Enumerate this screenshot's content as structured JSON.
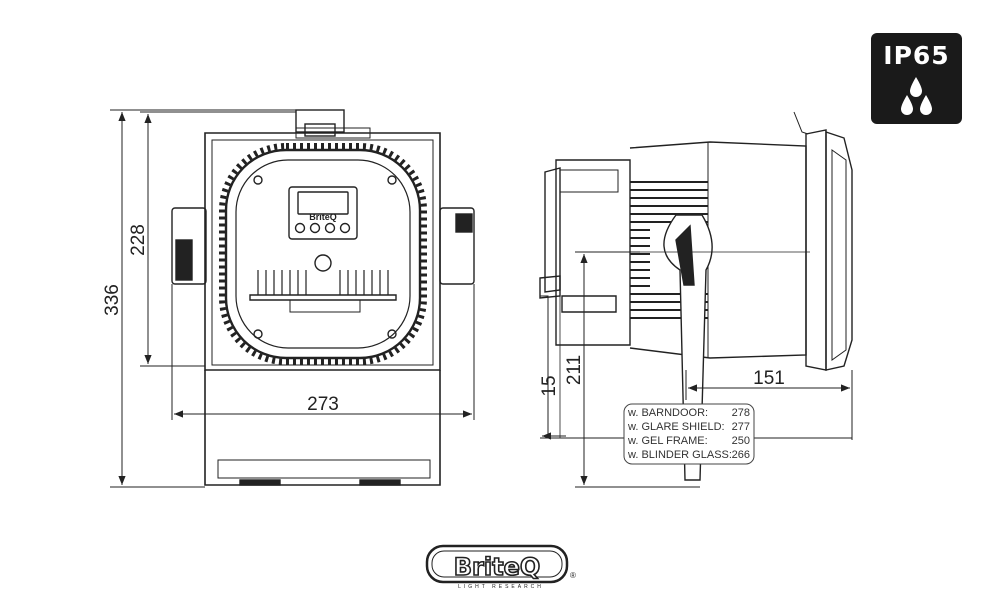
{
  "dimensions": {
    "overall_height": "336",
    "bracket_height": "228",
    "front_width": "273",
    "side_depth": "151",
    "side_height": "211",
    "side_offset": "15"
  },
  "accessory_table": [
    {
      "label": "w. BARNDOOR:",
      "value": "278"
    },
    {
      "label": "w. GLARE SHIELD:",
      "value": "277"
    },
    {
      "label": "w. GEL FRAME:",
      "value": "250"
    },
    {
      "label": "w. BLINDER GLASS:",
      "value": "266"
    }
  ],
  "badge": {
    "rating": "IP65",
    "icon": "water-drops-icon"
  },
  "brand": {
    "name": "BriteQ",
    "tagline": "LIGHT RESEARCH",
    "mark": "®"
  },
  "device_display": {
    "logo": "BriteQ"
  }
}
